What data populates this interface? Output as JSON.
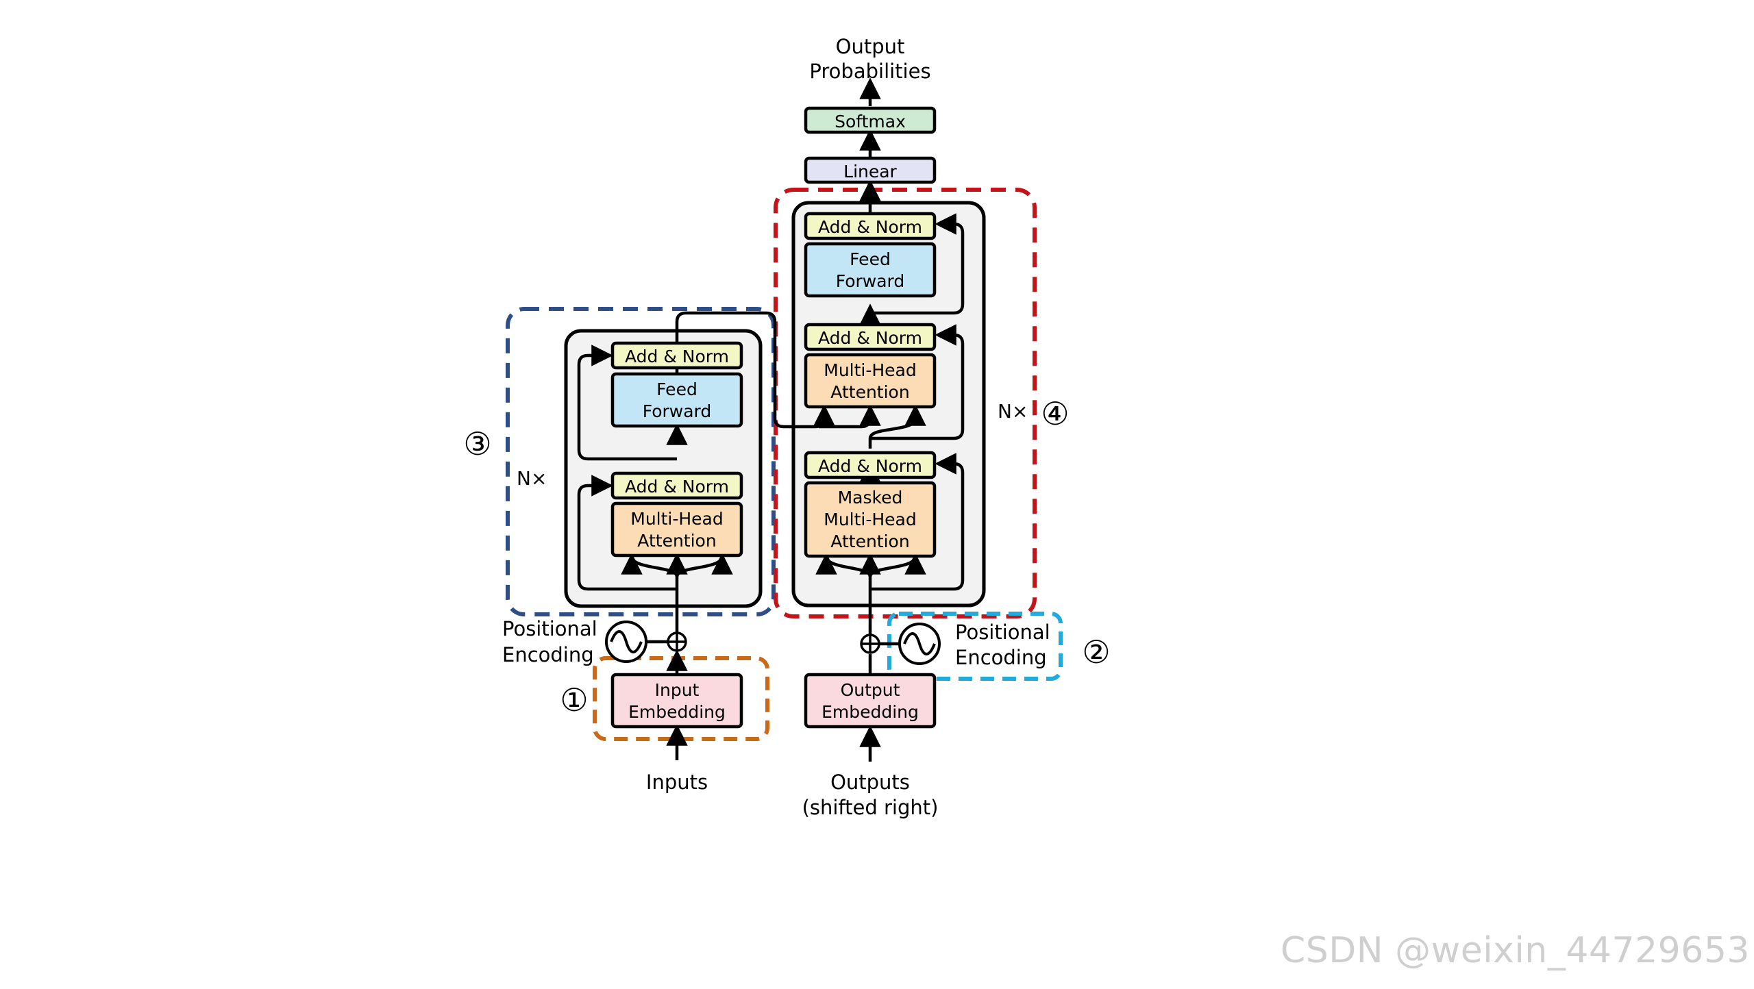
{
  "diagram": {
    "output_label": [
      "Output",
      "Probabilities"
    ],
    "softmax": "Softmax",
    "linear": "Linear",
    "add_norm": "Add & Norm",
    "feed_forward": [
      "Feed",
      "Forward"
    ],
    "multi_head_attention": [
      "Multi-Head",
      "Attention"
    ],
    "masked_multi_head_attention": [
      "Masked",
      "Multi-Head",
      "Attention"
    ],
    "input_embedding": [
      "Input",
      "Embedding"
    ],
    "output_embedding": [
      "Output",
      "Embedding"
    ],
    "positional_encoding": [
      "Positional",
      "Encoding"
    ],
    "inputs_label": "Inputs",
    "outputs_label": [
      "Outputs",
      "(shifted right)"
    ],
    "repeat_label": "N×",
    "markers": [
      "①",
      "②",
      "③",
      "④"
    ]
  },
  "colors": {
    "add_norm": "#f3f7c6",
    "feed_forward": "#c2e6f6",
    "attention": "#fbdcb4",
    "embedding": "#fadade",
    "softmax": "#cfead2",
    "linear": "#e2e3f5",
    "stack_bg": "#f2f2f2",
    "encoder_dash": "#2d4e86",
    "decoder_dash": "#c4141a",
    "input_emb_dash": "#c86a18",
    "pos_enc_dash": "#22aadd"
  },
  "watermark": "CSDN @weixin_44729653"
}
